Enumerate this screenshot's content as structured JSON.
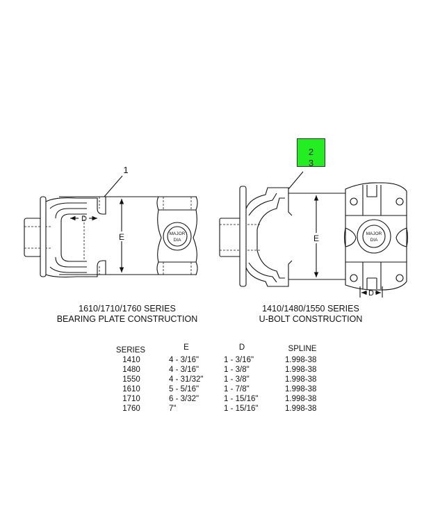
{
  "callouts": {
    "left_item": "1",
    "right_item_a": "2",
    "right_item_b": "3",
    "highlight_color": "#22ee22"
  },
  "labels": {
    "dim_e": "E",
    "dim_d": "D",
    "major_dia_1": "MAJOR",
    "major_dia_2": "DIA"
  },
  "captions": {
    "left_line1": "1610/1710/1760 SERIES",
    "left_line2": "BEARING PLATE CONSTRUCTION",
    "right_line1": "1410/1480/1550 SERIES",
    "right_line2": "U-BOLT CONSTRUCTION"
  },
  "table": {
    "headers": [
      "SERIES",
      "E",
      "D",
      "SPLINE"
    ],
    "rows": [
      [
        "1410",
        "4 - 3/16\"",
        "1 - 3/16\"",
        "1.998-38"
      ],
      [
        "1480",
        "4 - 3/16\"",
        "1 - 3/8\"",
        "1.998-38"
      ],
      [
        "1550",
        "4 - 31/32\"",
        "1 - 3/8\"",
        "1.998-38"
      ],
      [
        "1610",
        "5 - 5/16\"",
        "1 - 7/8\"",
        "1.998-38"
      ],
      [
        "1710",
        "6 - 3/32\"",
        "1 - 15/16\"",
        "1.998-38"
      ],
      [
        "1760",
        "7\"",
        "1 - 15/16\"",
        "1.998-38"
      ]
    ]
  }
}
